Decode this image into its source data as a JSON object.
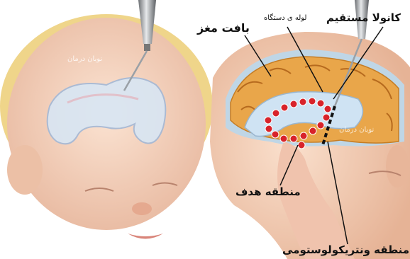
{
  "labels": {
    "brain_tissue": "بافت مغز",
    "device_tube": "لوله ی دستگاه",
    "straight_cannula": "کانولا مستقیم",
    "target_zone": "منطقه هدف",
    "ventriculostomy_zone": "منطقه ونتریکولوستومی"
  },
  "watermark": "نوبان درمان",
  "colors": {
    "skin": "#f4d3bf",
    "hair": "#f0d27a",
    "ventricle": "#cfe3f3",
    "brain": "#e9a64a",
    "dots": "#d8232a"
  }
}
